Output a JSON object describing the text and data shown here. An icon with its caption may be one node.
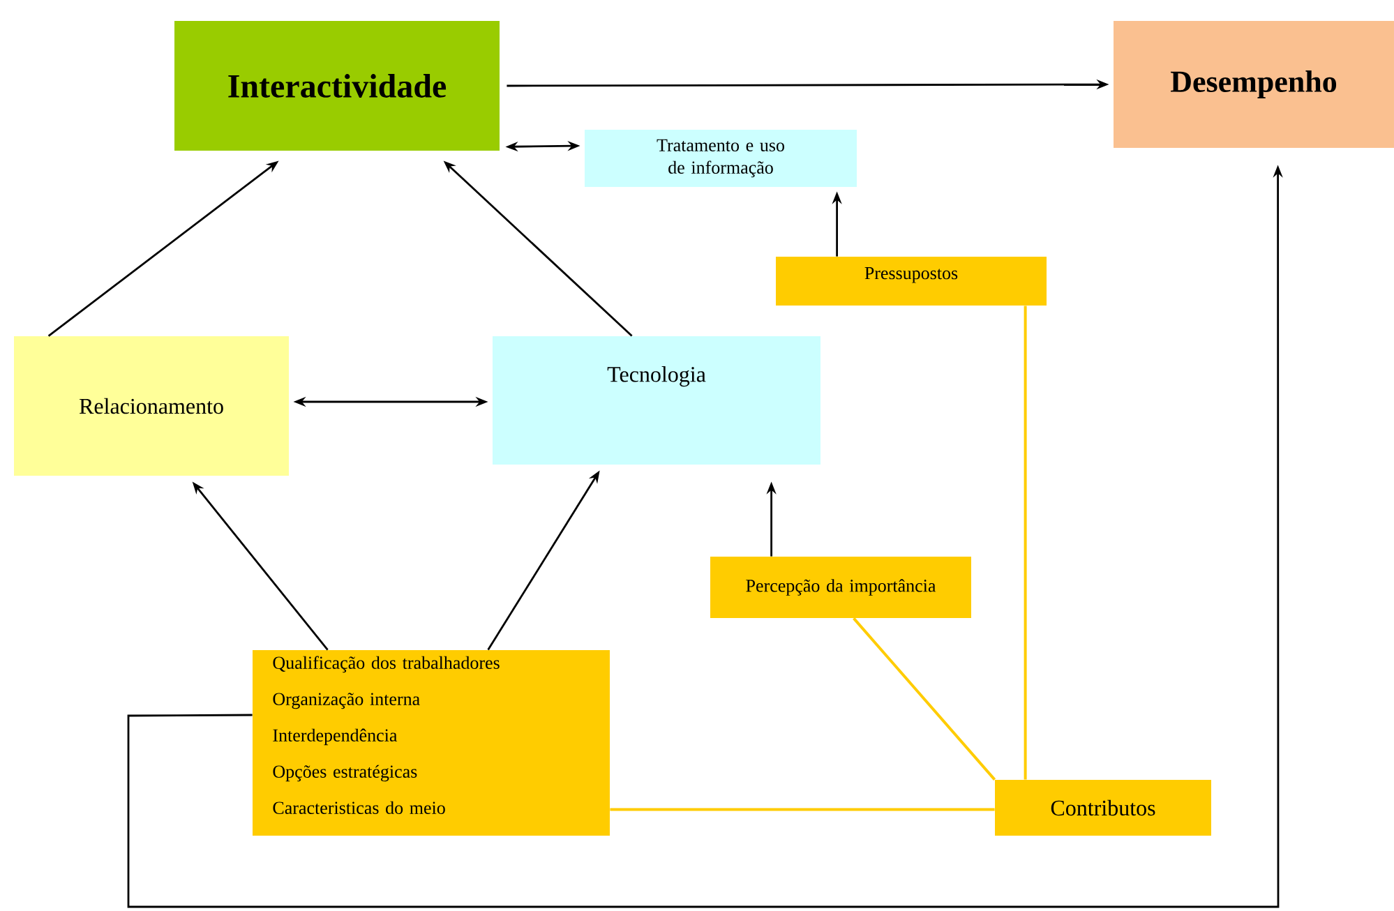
{
  "diagram": {
    "nodes": [
      {
        "text": [
          "Interactividade"
        ]
      },
      {
        "text": [
          "Desempenho"
        ]
      },
      {
        "text": [
          "Tratamento e uso de informação"
        ]
      },
      {
        "text": [
          "Pressupostos"
        ]
      },
      {
        "text": [
          "Relacionamento"
        ]
      },
      {
        "text": [
          "Tecnologia"
        ]
      },
      {
        "text": [
          "Percepção da importância"
        ]
      },
      {
        "text": [
          "Qualificação dos trabalhadores",
          "Organização interna",
          "Interdependência",
          "Opções estratégicas",
          "Caracteristicas do meio"
        ]
      },
      {
        "text": [
          "Contributos"
        ]
      }
    ],
    "edges": [
      {
        "from": 0,
        "to": 1,
        "arrow": "to"
      },
      {
        "from": 0,
        "to": 2,
        "arrow": "both"
      },
      {
        "from": 3,
        "to": 2,
        "arrow": "to"
      },
      {
        "from": 4,
        "to": 0,
        "arrow": "to"
      },
      {
        "from": 5,
        "to": 0,
        "arrow": "to"
      },
      {
        "from": 4,
        "to": 5,
        "arrow": "both"
      },
      {
        "from": 7,
        "to": 4,
        "arrow": "to"
      },
      {
        "from": 7,
        "to": 5,
        "arrow": "to"
      },
      {
        "from": 6,
        "to": 5,
        "arrow": "to"
      },
      {
        "from": 3,
        "to": 8,
        "arrow": "none",
        "color": "#ffcc00"
      },
      {
        "from": 6,
        "to": 8,
        "arrow": "none",
        "color": "#ffcc00"
      },
      {
        "from": 7,
        "to": 8,
        "arrow": "none",
        "color": "#ffcc00"
      },
      {
        "from": 7,
        "to": 1,
        "arrow": "to"
      }
    ]
  }
}
